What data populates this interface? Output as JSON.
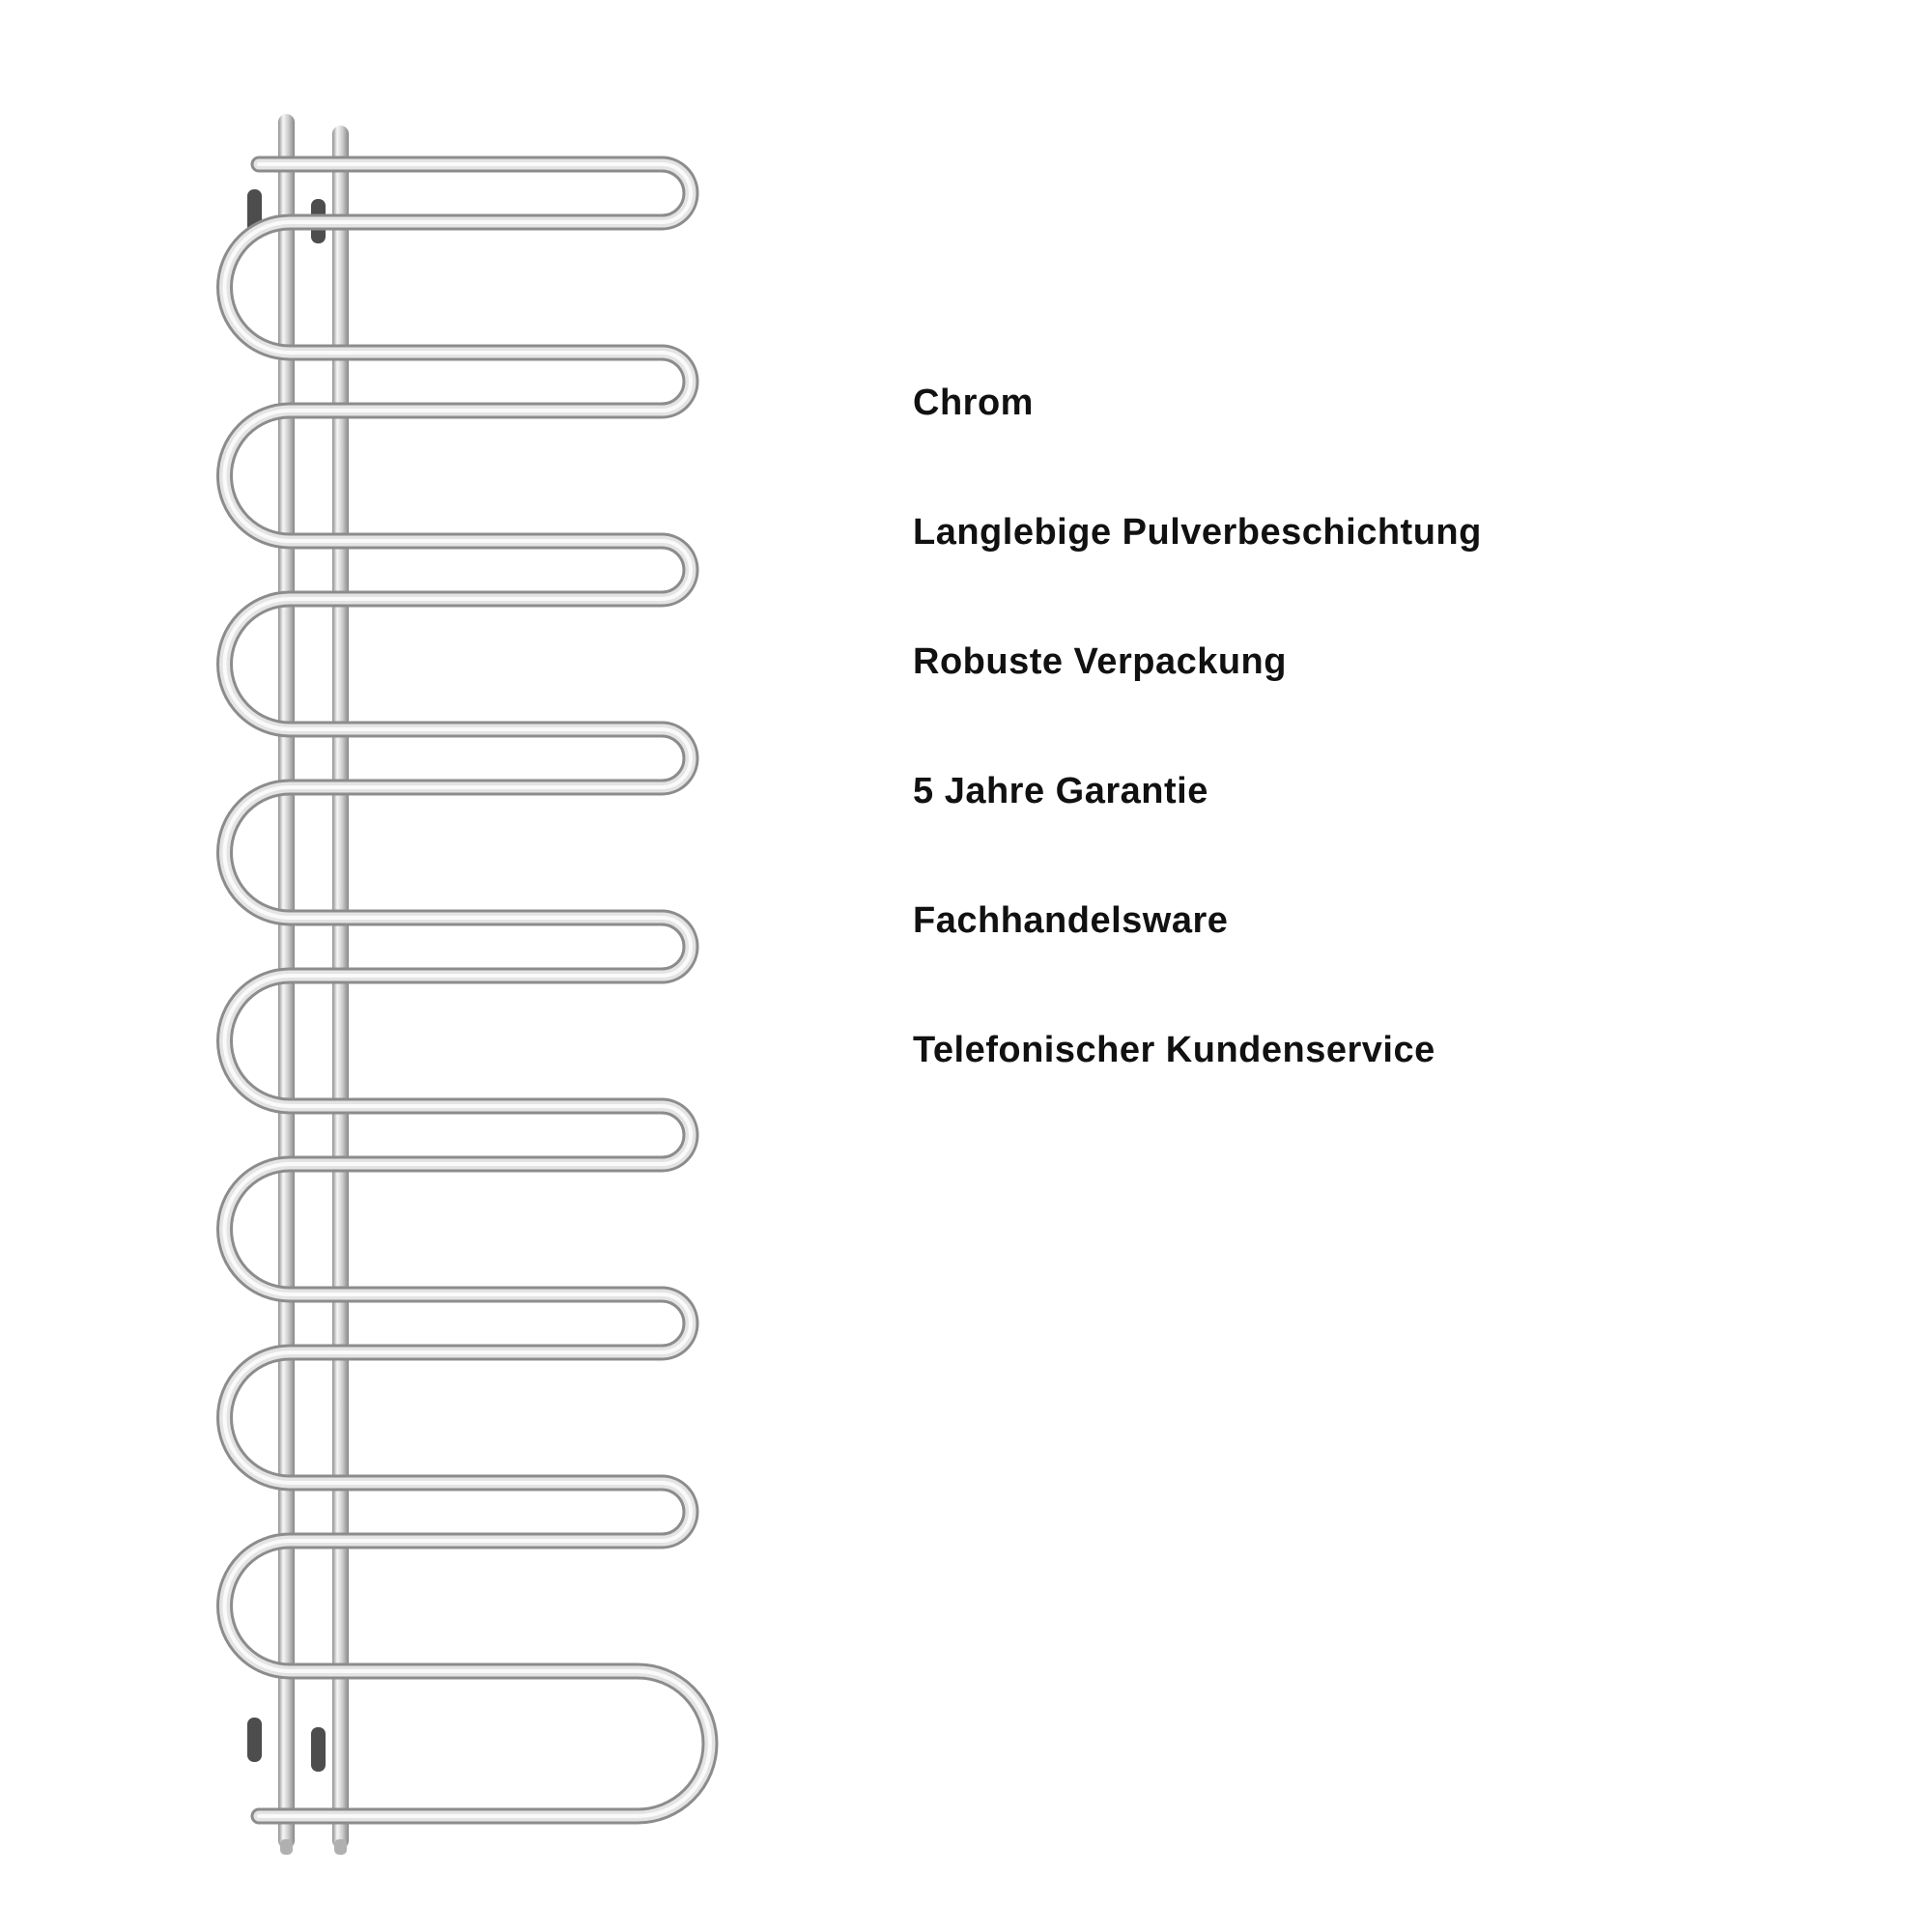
{
  "page": {
    "background_color": "#ffffff"
  },
  "product": {
    "illustration": "chrome-towel-radiator",
    "colors": {
      "chrome_dark": "#8c8c8c",
      "chrome_mid": "#e4e4e4",
      "chrome_highlight": "#fafafa",
      "bracket": "#4d4d4d",
      "foot": "#b0b0b0"
    }
  },
  "features": {
    "text_color": "#111111",
    "items": [
      "Chrom",
      "Langlebige Pulverbeschichtung",
      "Robuste Verpackung",
      "5 Jahre Garantie",
      "Fachhandelsware",
      "Telefonischer Kundenservice"
    ]
  }
}
